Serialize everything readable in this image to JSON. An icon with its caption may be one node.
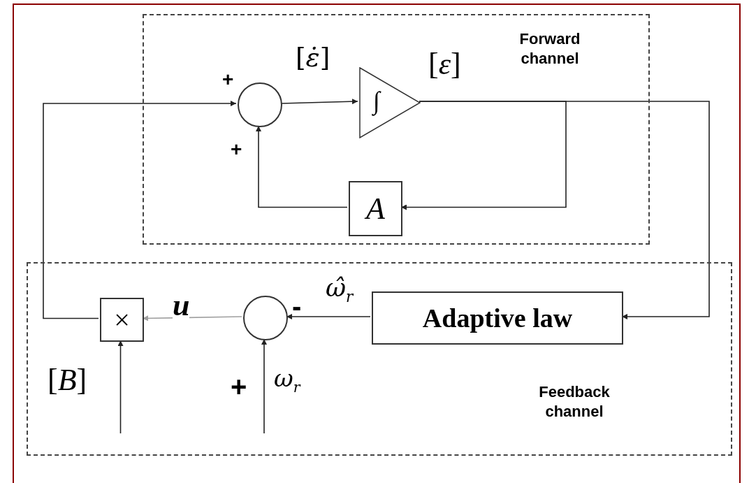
{
  "diagram": {
    "nodes": [
      {
        "text": [
          "Forward channel"
        ]
      },
      {
        "text": [],
        "shape": "circle",
        "in": 0
      },
      {
        "text": [
          "∫"
        ],
        "in": 0
      },
      {
        "text": [
          "*A*"
        ],
        "in": 0
      },
      {
        "text": [
          "Feedback channel"
        ]
      },
      {
        "text": [
          "×"
        ],
        "in": 4
      },
      {
        "text": [],
        "shape": "circle",
        "in": 4
      },
      {
        "text": [
          "Adaptive law"
        ],
        "in": 4
      }
    ],
    "edges": [
      {
        "from": 5,
        "to": 1,
        "arrow": "to"
      },
      {
        "from": 1,
        "to": 2,
        "arrow": "to",
        "label": "[*ε̇*]"
      },
      {
        "from": 2,
        "to": 7,
        "arrow": "to"
      },
      {
        "from": 2,
        "to": 3,
        "arrow": "to"
      },
      {
        "from": 3,
        "to": 1,
        "arrow": "to"
      },
      {
        "from": 7,
        "to": 6,
        "arrow": "to",
        "label": "*ω̂*$_{r}$"
      },
      {
        "from": 6,
        "to": 5,
        "arrow": "to",
        "label": "*u*",
        "color": "#a0a0a0"
      },
      {
        "from": null,
        "to": 5,
        "arrow": "to"
      },
      {
        "from": null,
        "to": 6,
        "arrow": "to",
        "label": "*ω*$_{r}$"
      }
    ],
    "labels": [
      "+",
      "[*ε*]",
      "+",
      "-",
      "[*B*]",
      "+"
    ]
  }
}
